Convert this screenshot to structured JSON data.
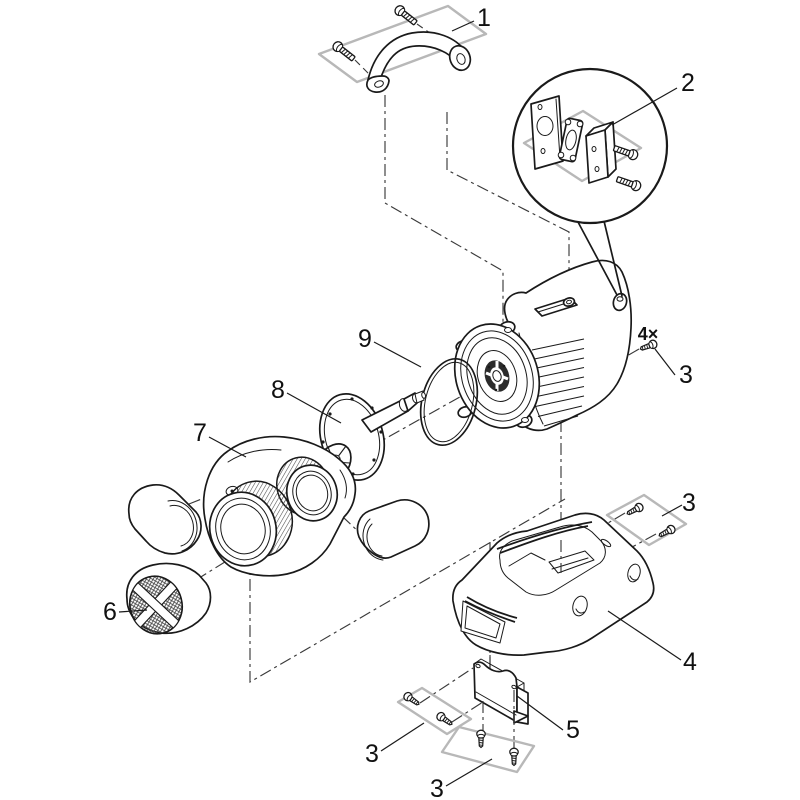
{
  "figure": {
    "background_color": "#ffffff",
    "line_color": "#1a1a1a",
    "accent_color": "#b8b8b8",
    "callouts": {
      "c1": "1",
      "c2": "2",
      "c3": "3",
      "c4": "4",
      "c5": "5",
      "c6": "6",
      "c7": "7",
      "c8": "8",
      "c9": "9"
    },
    "quantity_note": "4×"
  }
}
